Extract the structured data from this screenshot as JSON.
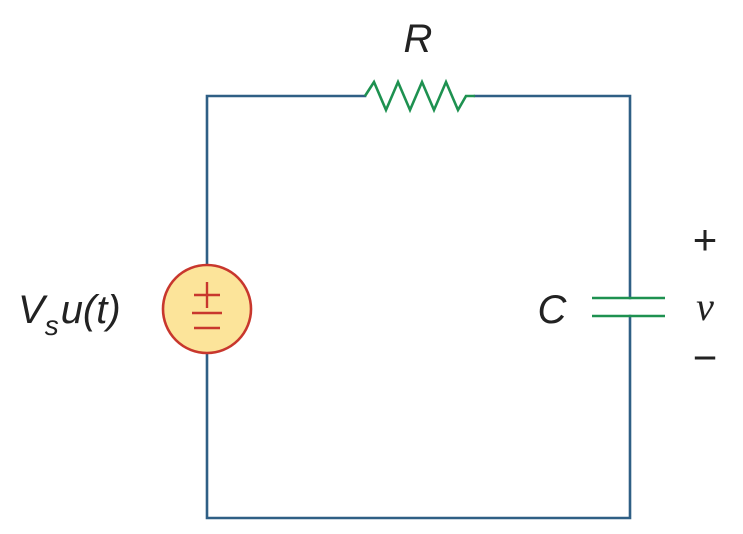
{
  "labels": {
    "resistor": "R",
    "capacitor": "C",
    "source_main": "V",
    "source_sub": "s",
    "source_rest": "u(t)",
    "voltage": "v",
    "plus": "+",
    "minus": "−"
  },
  "colors": {
    "wire": "#2f5f85",
    "component": "#1e9150",
    "source_fill": "#fce49a",
    "source_stroke": "#c8372d",
    "text": "#222222"
  }
}
